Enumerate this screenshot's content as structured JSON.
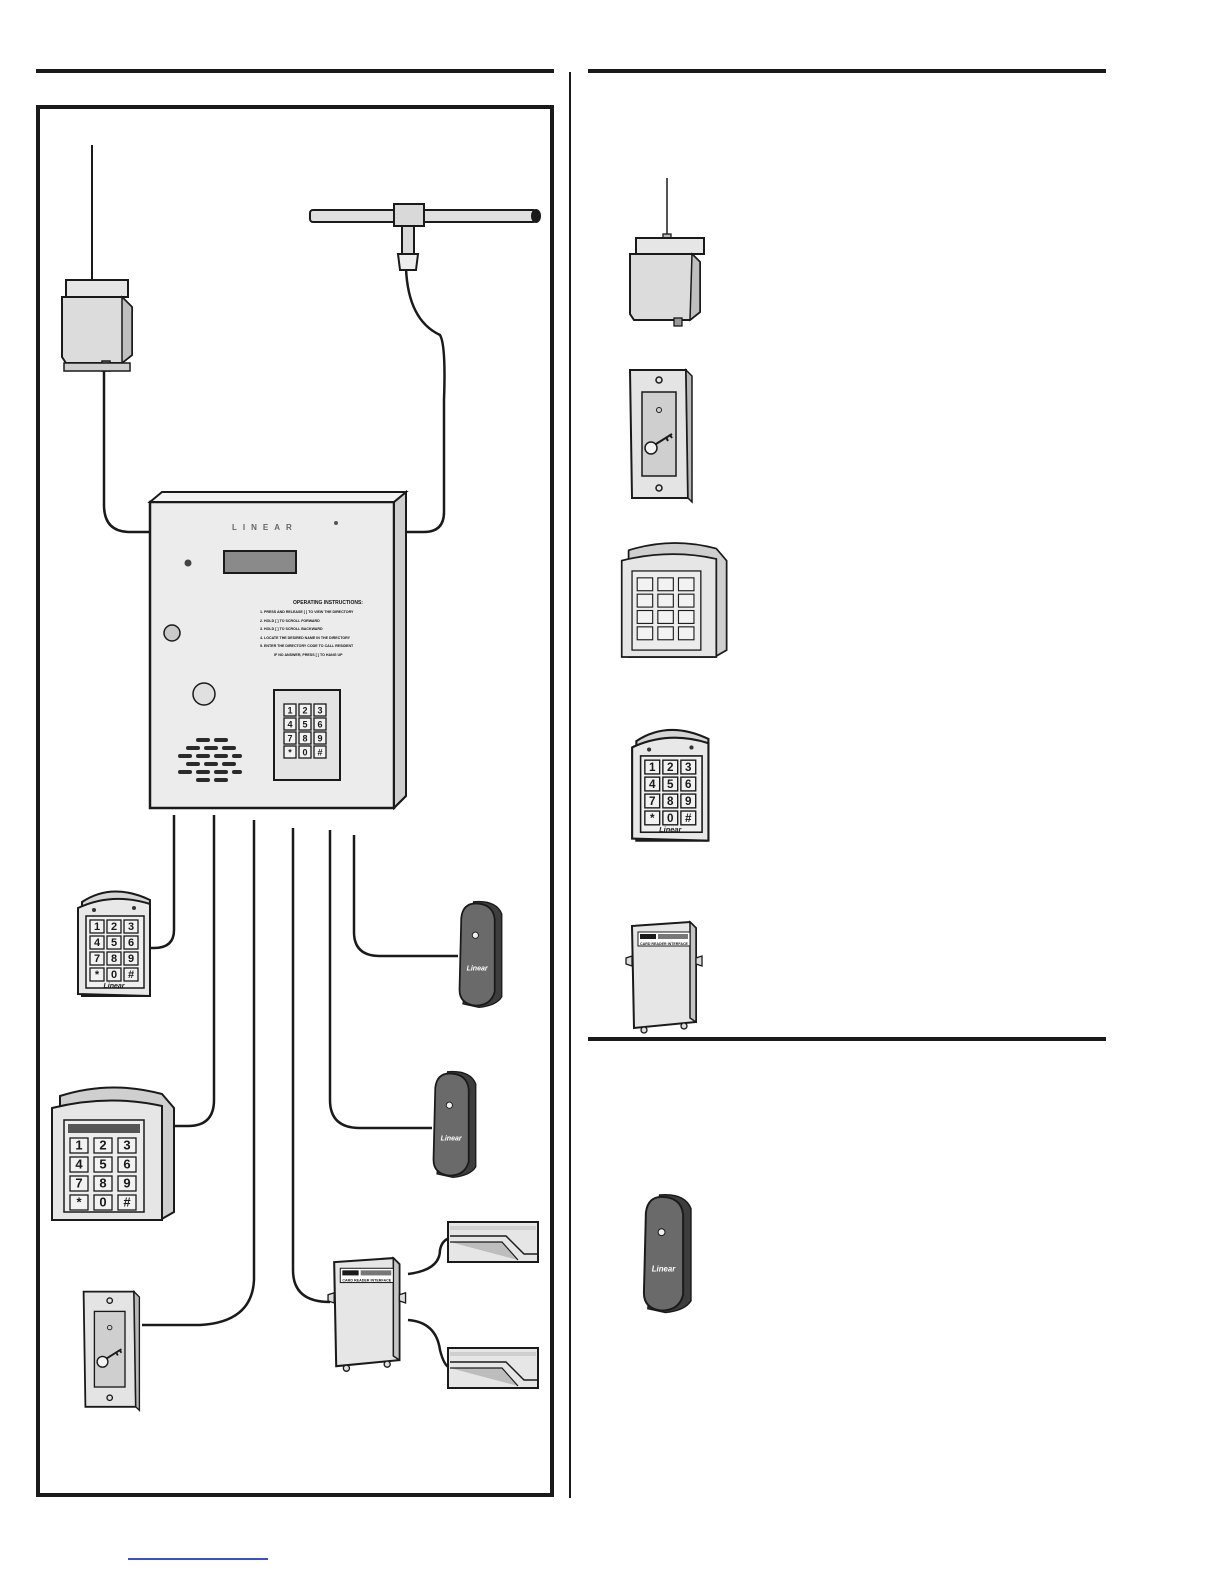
{
  "colors": {
    "ink": "#1a1a1a",
    "device_fill": "#e6e6e6",
    "device_shade": "#c9c9c9",
    "device_dark": "#9a9a9a",
    "reader_fill": "#6a6a6a",
    "reader_dark": "#3d3d3d",
    "link": "#3d4fc9"
  },
  "icons": {
    "radio_receiver": "radio-receiver-icon",
    "t_antenna": "t-antenna-icon",
    "key_switch": "key-switch-icon",
    "keypad": "keypad-icon",
    "proximity_reader": "proximity-reader-icon",
    "card_reader_interface": "card-reader-interface-icon",
    "card_reader": "card-reader-icon"
  },
  "telephone_entry": {
    "brand": "LINEAR",
    "instructions_title": "OPERATING INSTRUCTIONS:",
    "instructions": [
      "1. PRESS AND RELEASE [ ] TO VIEW THE DIRECTORY",
      "2. HOLD [ ] TO SCROLL FORWARD",
      "3. HOLD [ ] TO SCROLL BACKWARD",
      "4. LOCATE THE DESIRED NAME IN THE DIRECTORY",
      "5. ENTER THE DIRECTORY CODE TO CALL RESIDENT",
      "IF NO ANSWER, PRESS [ ] TO HANG UP"
    ]
  },
  "keypad_keys": [
    "1",
    "2",
    "3",
    "4",
    "5",
    "6",
    "7",
    "8",
    "9",
    "*",
    "0",
    "#"
  ],
  "keypad_brand": "Linear",
  "reader_brand": "Linear",
  "interface_label": "CARD READER INTERFACE"
}
